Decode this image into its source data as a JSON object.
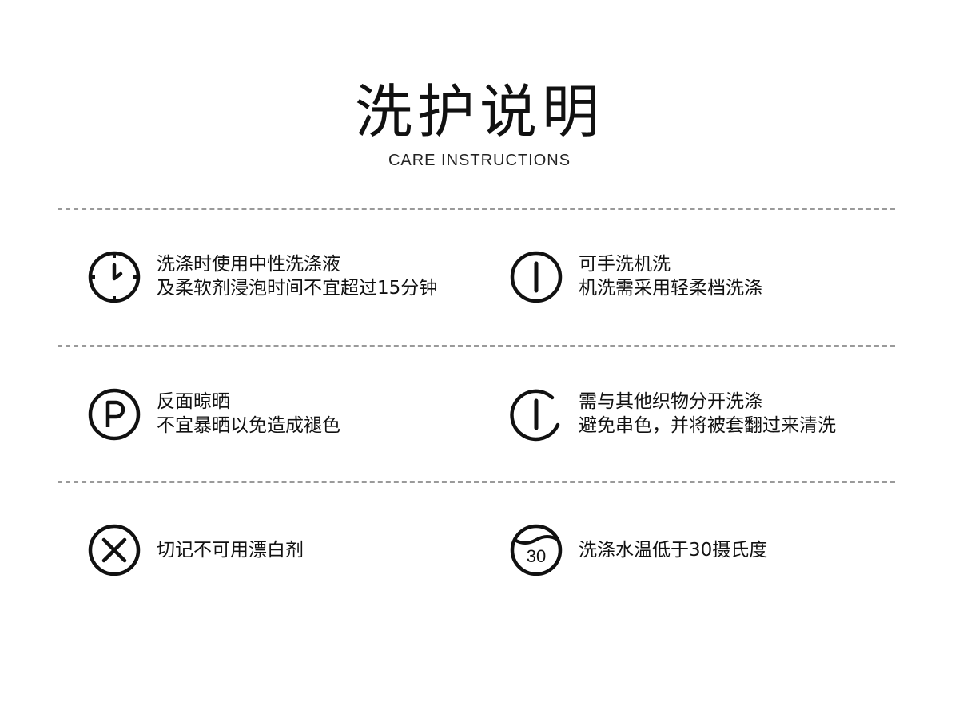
{
  "header": {
    "title": "洗护说明",
    "subtitle": "CARE INSTRUCTIONS"
  },
  "items": [
    {
      "icon": "clock-icon",
      "line1": "洗涤时使用中性洗涤液",
      "line2": "及柔软剂浸泡时间不宜超过15分钟"
    },
    {
      "icon": "tumble-circle-icon",
      "line1": "可手洗机洗",
      "line2": "机洗需采用轻柔档洗涤"
    },
    {
      "icon": "dry-clean-p-icon",
      "line1": "反面晾晒",
      "line2": "不宜暴晒以免造成褪色"
    },
    {
      "icon": "open-circle-line-icon",
      "line1": "需与其他织物分开洗涤",
      "line2": "避免串色，并将被套翻过来清洗"
    },
    {
      "icon": "no-bleach-x-icon",
      "line1": "切记不可用漂白剂",
      "line2": ""
    },
    {
      "icon": "wash-30-icon",
      "line1": "洗涤水温低于30摄氏度",
      "line2": "",
      "temp": "30"
    }
  ]
}
